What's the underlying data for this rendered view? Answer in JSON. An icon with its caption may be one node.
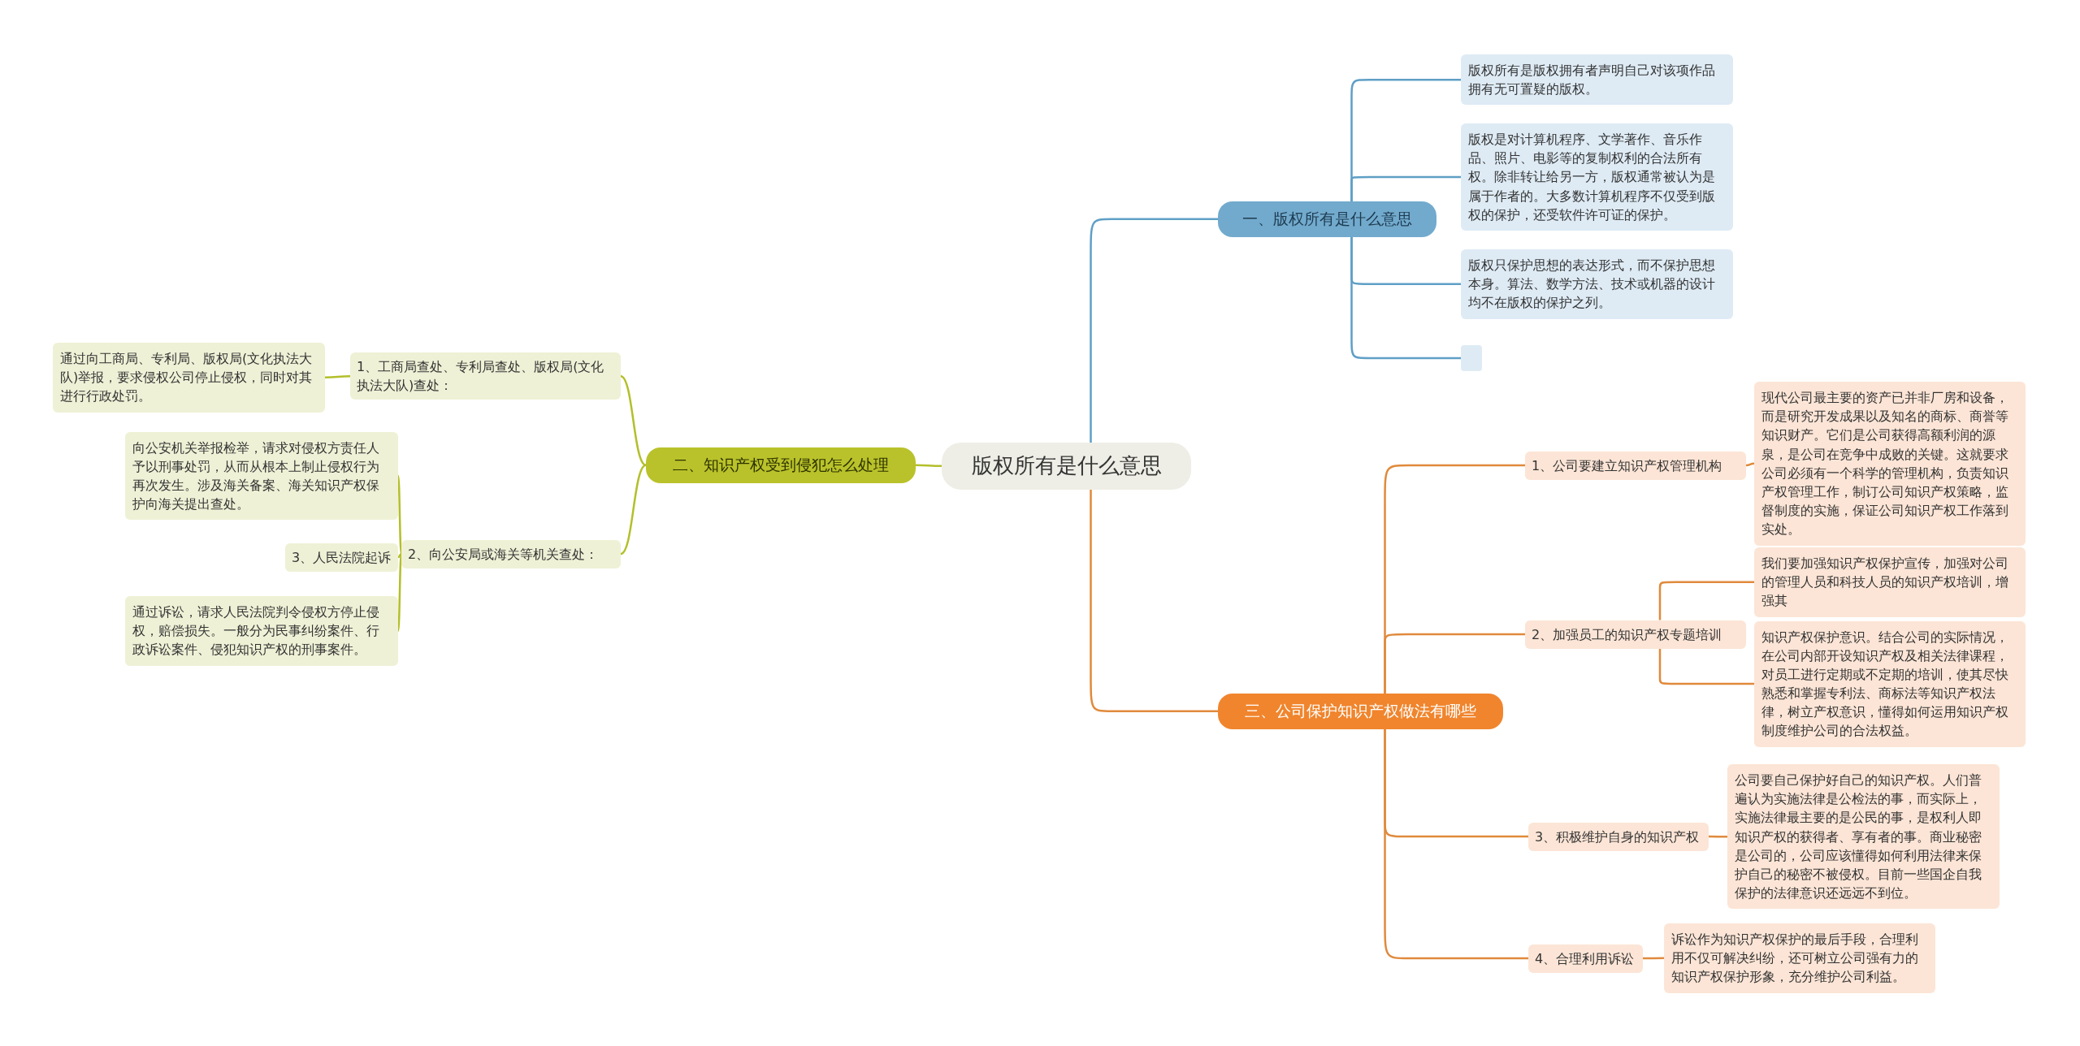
{
  "diagram": {
    "nodes": [
      {
        "text": [
          "版权所有是什么意思"
        ]
      },
      {
        "text": [
          "一、版权所有是什么意思"
        ]
      },
      {
        "text": [
          "版权所有是版权拥有者声明自己对该项作品拥有无可置疑的版权。"
        ]
      },
      {
        "text": [
          "版权是对计算机程序、文学著作、音乐作品、照片、电影等的复制权利的合法所有权。除非转让给另一方，版权通常被认为是属于作者的。大多数计算机程序不仅受到版权的保护，还受软件许可证的保护。"
        ]
      },
      {
        "text": [
          "版权只保护思想的表达形式，而不保护思想本身。算法、数学方法、技术或机器的设计均不在版权的保护之列。"
        ]
      },
      {
        "text": [],
        "shape": "box"
      },
      {
        "text": [
          "二、知识产权受到侵犯怎么处理"
        ]
      },
      {
        "text": [
          "1、工商局查处、专利局查处、版权局(文化执法大队)查处："
        ]
      },
      {
        "text": [
          "通过向工商局、专利局、版权局(文化执法大队)举报，要求侵权公司停止侵权，同时对其进行行政处罚。"
        ]
      },
      {
        "text": [
          "2、向公安局或海关等机关查处："
        ]
      },
      {
        "text": [
          "向公安机关举报检举，请求对侵权方责任人予以刑事处罚，从而从根本上制止侵权行为再次发生。涉及海关备案、海关知识产权保护向海关提出查处。"
        ]
      },
      {
        "text": [
          "3、人民法院起诉"
        ]
      },
      {
        "text": [
          "通过诉讼，请求人民法院判令侵权方停止侵权，赔偿损失。一般分为民事纠纷案件、行政诉讼案件、侵犯知识产权的刑事案件。"
        ]
      },
      {
        "text": [
          "三、公司保护知识产权做法有哪些"
        ]
      },
      {
        "text": [
          "1、公司要建立知识产权管理机构"
        ]
      },
      {
        "text": [
          "现代公司最主要的资产已并非厂房和设备，而是研究开发成果以及知名的商标、商誉等知识财产。它们是公司获得高额利润的源泉，是公司在竞争中成败的关键。这就要求公司必须有一个科学的管理机构，负责知识产权管理工作，制订公司知识产权策略，监督制度的实施，保证公司知识产权工作落到实处。"
        ]
      },
      {
        "text": [
          "2、加强员工的知识产权专题培训"
        ]
      },
      {
        "text": [
          "我们要加强知识产权保护宣传，加强对公司的管理人员和科技人员的知识产权培训，增强其"
        ]
      },
      {
        "text": [
          "知识产权保护意识。结合公司的实际情况，在公司内部开设知识产权及相关法律课程，对员工进行定期或不定期的培训，使其尽快熟悉和掌握专利法、商标法等知识产权法律，树立产权意识，懂得如何运用知识产权制度维护公司的合法权益。"
        ]
      },
      {
        "text": [
          "3、积极维护自身的知识产权"
        ]
      },
      {
        "text": [
          "公司要自己保护好自己的知识产权。人们普遍认为实施法律是公检法的事，而实际上，实施法律最主要的是公民的事，是权利人即知识产权的获得者、享有者的事。商业秘密是公司的，公司应该懂得如何利用法律来保护自己的秘密不被侵权。目前一些国企自我保护的法律意识还远远不到位。"
        ]
      },
      {
        "text": [
          "4、合理利用诉讼"
        ]
      },
      {
        "text": [
          "诉讼作为知识产权保护的最后手段，合理利用不仅可解决纠纷，还可树立公司强有力的知识产权保护形象，充分维护公司利益。"
        ]
      }
    ],
    "edges": [
      {
        "from": 0,
        "to": 1,
        "arrow": "none",
        "color": "#5f9fc6"
      },
      {
        "from": 1,
        "to": 2,
        "arrow": "none",
        "color": "#5f9fc6"
      },
      {
        "from": 1,
        "to": 3,
        "arrow": "none",
        "color": "#5f9fc6"
      },
      {
        "from": 1,
        "to": 4,
        "arrow": "none",
        "color": "#5f9fc6"
      },
      {
        "from": 1,
        "to": 5,
        "arrow": "none",
        "color": "#5f9fc6"
      },
      {
        "from": 0,
        "to": 6,
        "arrow": "none",
        "color": "#b3bf2a"
      },
      {
        "from": 6,
        "to": 7,
        "arrow": "none",
        "color": "#b3bf2a"
      },
      {
        "from": 7,
        "to": 8,
        "arrow": "none",
        "color": "#b3bf2a"
      },
      {
        "from": 6,
        "to": 9,
        "arrow": "none",
        "color": "#b3bf2a"
      },
      {
        "from": 9,
        "to": 10,
        "arrow": "none",
        "color": "#b3bf2a"
      },
      {
        "from": 9,
        "to": 11,
        "arrow": "none",
        "color": "#b3bf2a"
      },
      {
        "from": 9,
        "to": 12,
        "arrow": "none",
        "color": "#b3bf2a"
      },
      {
        "from": 0,
        "to": 13,
        "arrow": "none"
      },
      {
        "from": 13,
        "to": 14,
        "arrow": "none"
      },
      {
        "from": 14,
        "to": 15,
        "arrow": "none"
      },
      {
        "from": 13,
        "to": 16,
        "arrow": "none"
      },
      {
        "from": 16,
        "to": 17,
        "arrow": "none"
      },
      {
        "from": 16,
        "to": 18,
        "arrow": "none"
      },
      {
        "from": 13,
        "to": 19,
        "arrow": "none"
      },
      {
        "from": 19,
        "to": 20,
        "arrow": "none"
      },
      {
        "from": 13,
        "to": 21,
        "arrow": "none"
      },
      {
        "from": 21,
        "to": 22,
        "arrow": "none"
      }
    ]
  }
}
